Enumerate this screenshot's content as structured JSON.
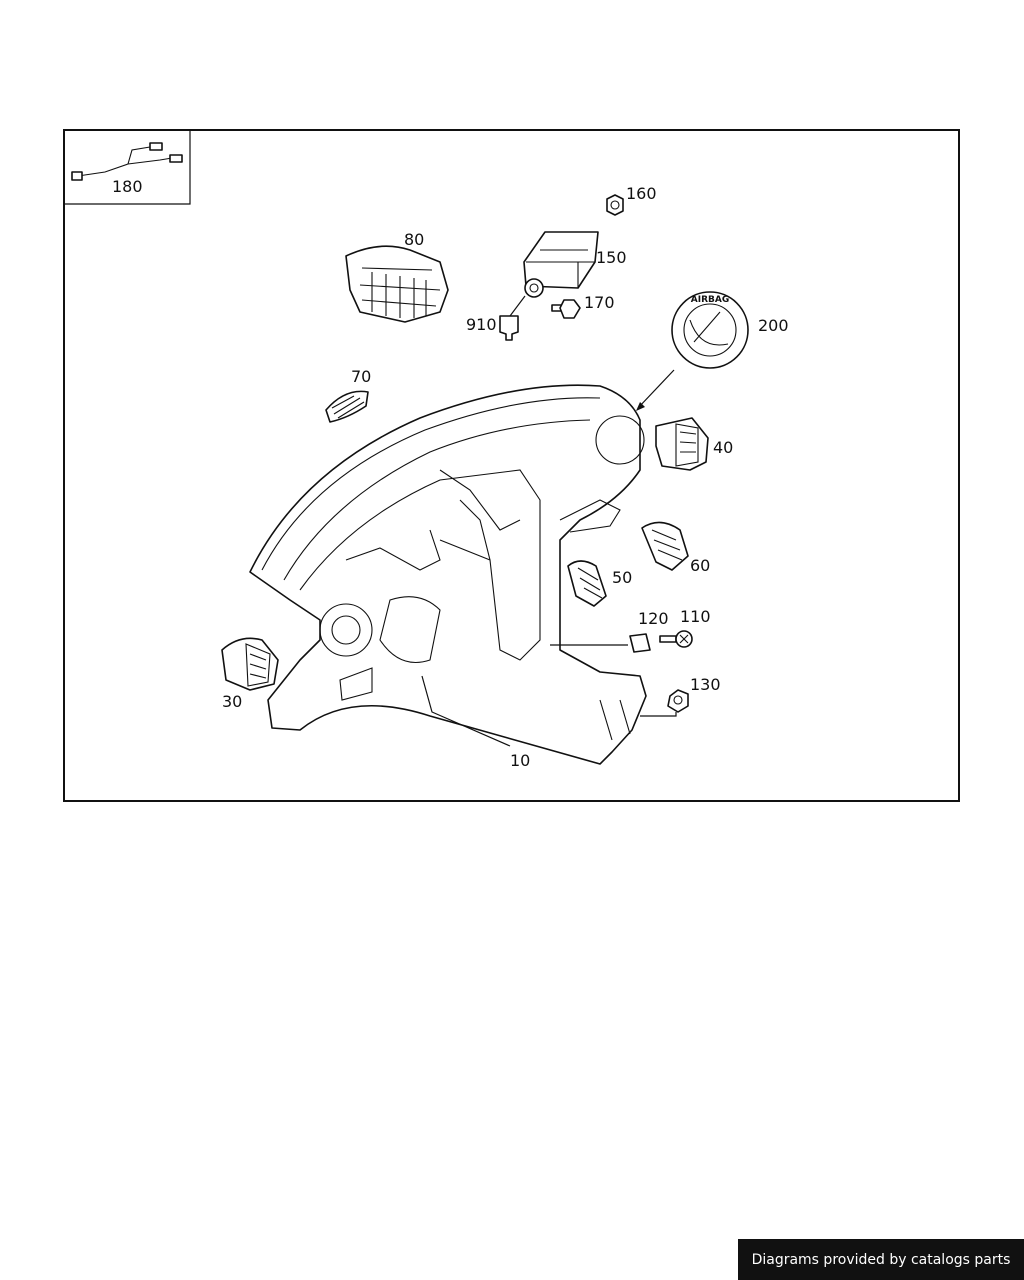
{
  "diagram": {
    "callouts": {
      "p180": "180",
      "p160": "160",
      "p80": "80",
      "p150": "150",
      "p170": "170",
      "p910": "910",
      "p200": "200",
      "p70": "70",
      "p40": "40",
      "p60": "60",
      "p50": "50",
      "p120": "120",
      "p110": "110",
      "p130": "130",
      "p30": "30",
      "p10": "10"
    },
    "label_airbag_text": "AIRBAG"
  },
  "footer": {
    "credit": "Diagrams provided by catalogs parts"
  }
}
